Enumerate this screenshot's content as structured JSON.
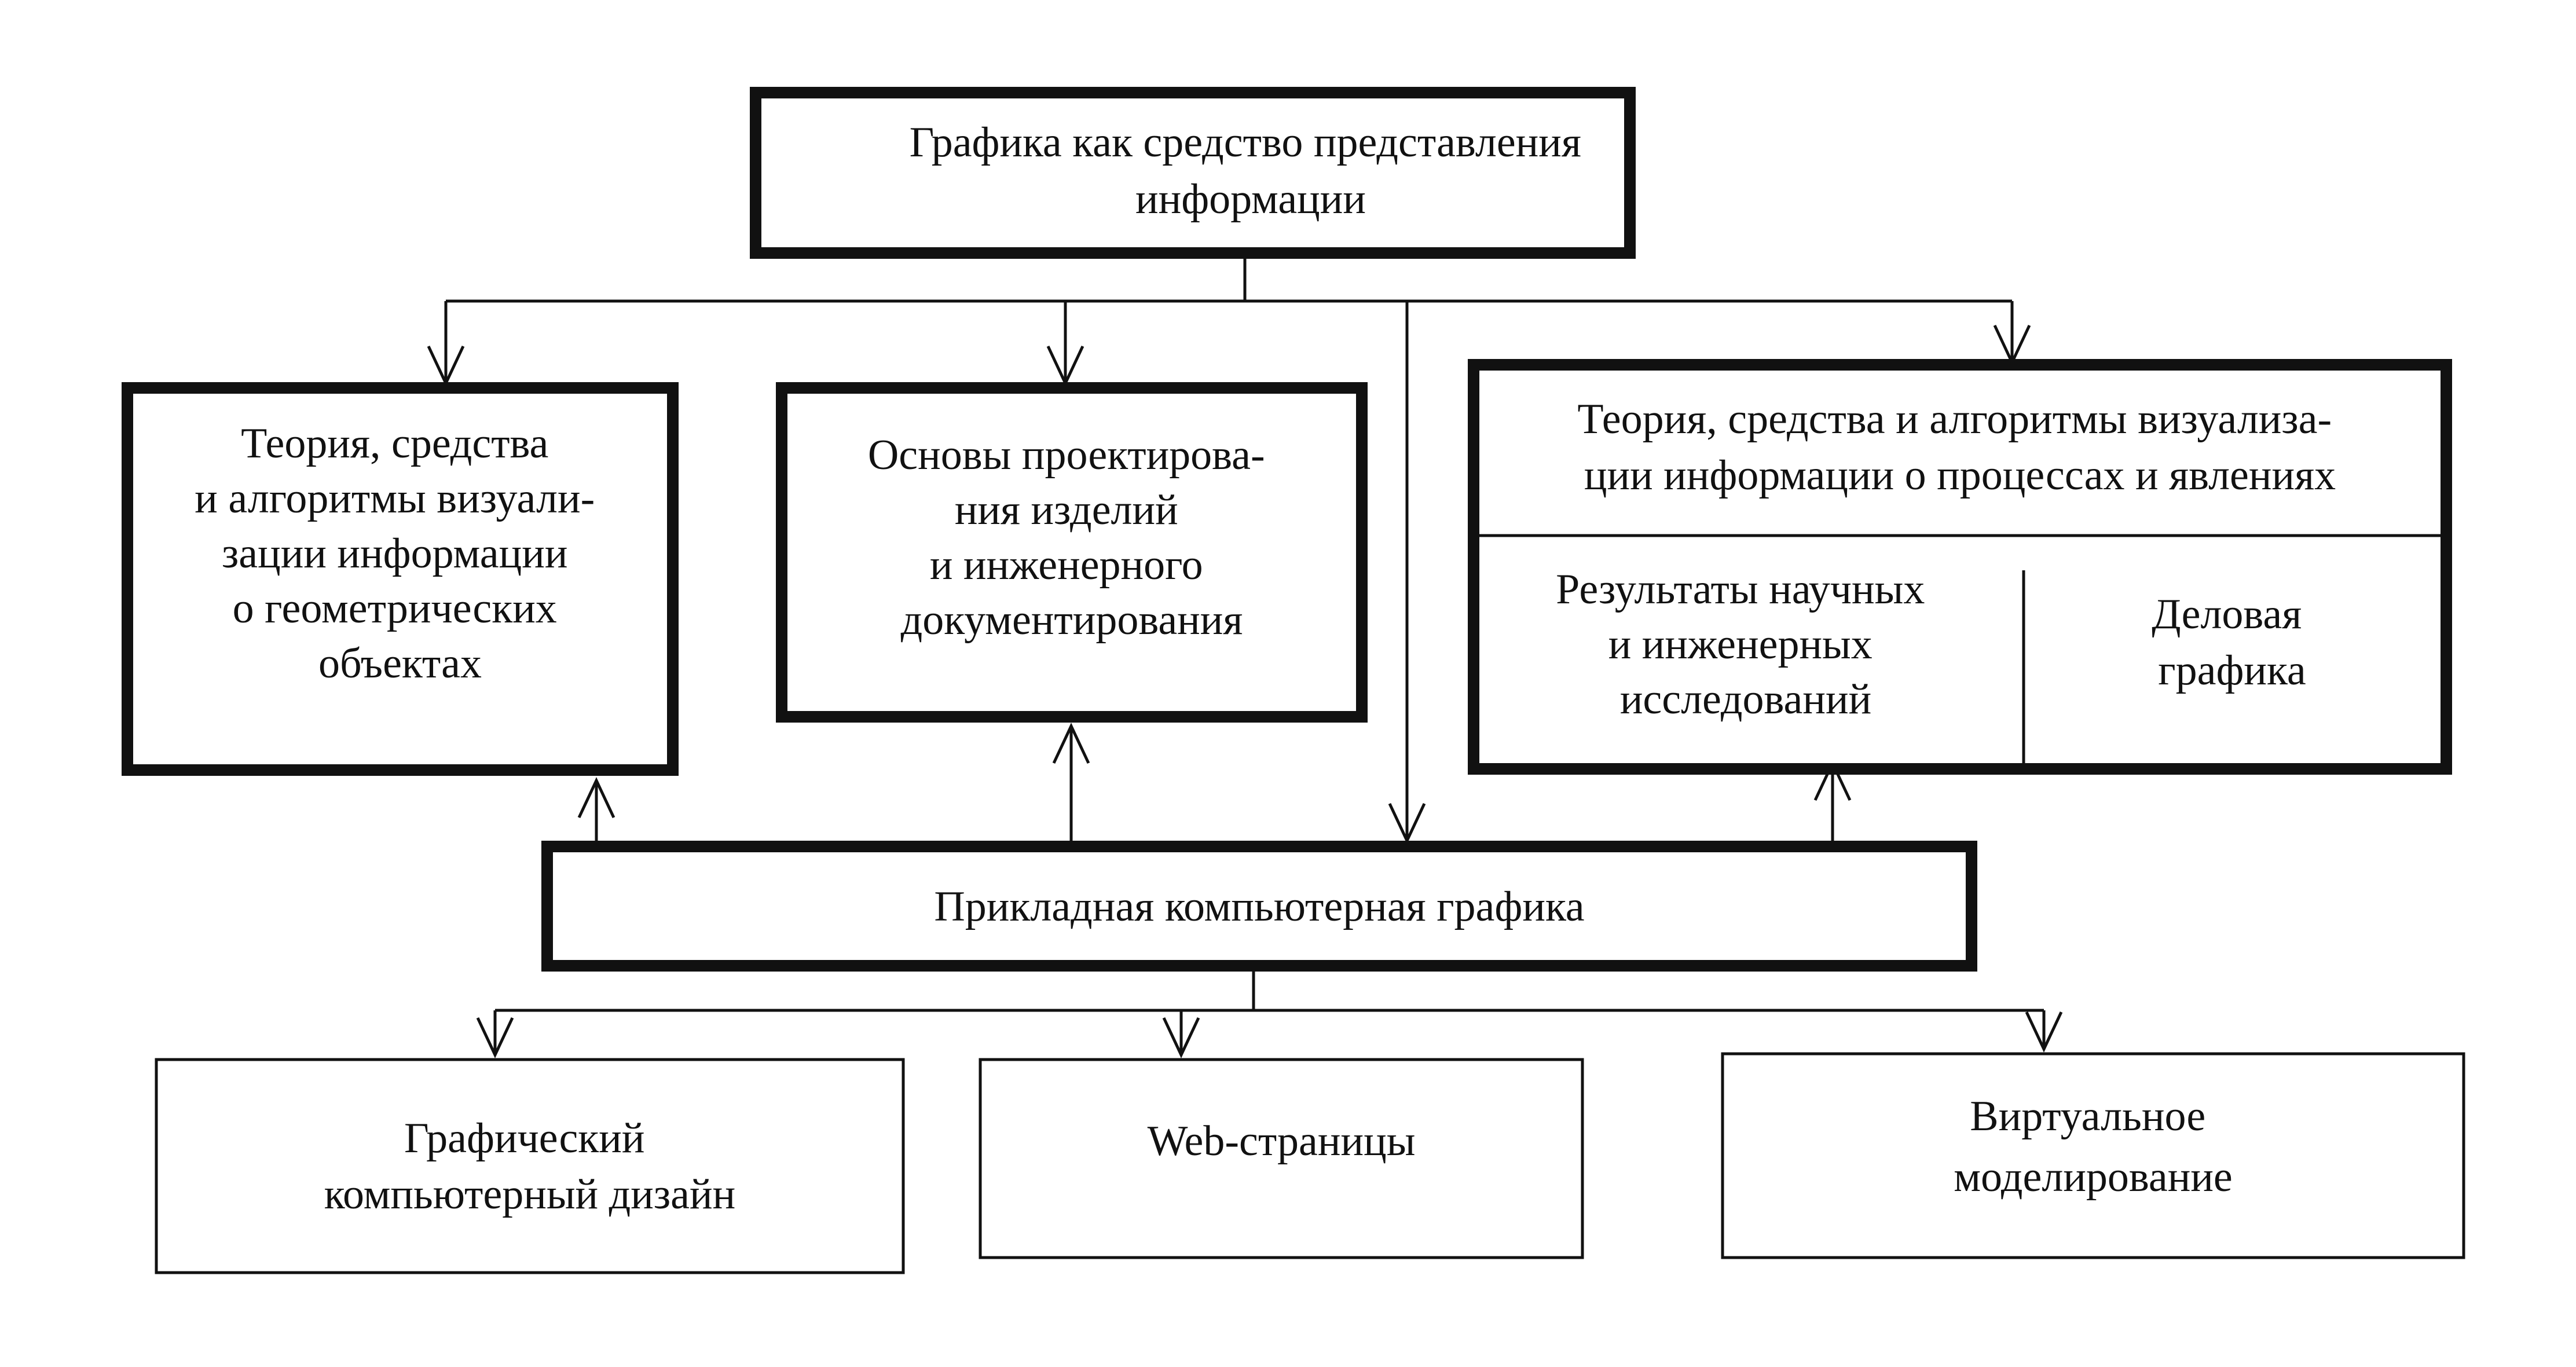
{
  "nodes": {
    "root": {
      "lines": [
        "Графика  как средство представления",
        "информации"
      ]
    },
    "geometric": {
      "lines": [
        "Теория, средства",
        "и алгоритмы визуали-",
        "зации информации",
        "о геометрических",
        "объектах"
      ]
    },
    "design_basics": {
      "lines": [
        "Основы проектирова-",
        "ния изделий",
        "и инженерного",
        "документирования"
      ]
    },
    "processes": {
      "lines": [
        "Теория, средства и алгоритмы визуализа-",
        "ции информации о процессах и явлениях"
      ]
    },
    "research": {
      "lines": [
        "Результаты научных",
        "и инженерных",
        "исследований"
      ]
    },
    "business": {
      "lines": [
        "Деловая",
        "графика"
      ]
    },
    "applied": {
      "lines": [
        "Прикладная компьютерная графика"
      ]
    },
    "graphic_design": {
      "lines": [
        "Графический",
        "компьютерный дизайн"
      ]
    },
    "web": {
      "lines": [
        "Web-страницы"
      ]
    },
    "virtual": {
      "lines": [
        "Виртуальное",
        "моделирование"
      ]
    }
  },
  "colors": {
    "stroke": "#111111",
    "background": "#ffffff"
  }
}
